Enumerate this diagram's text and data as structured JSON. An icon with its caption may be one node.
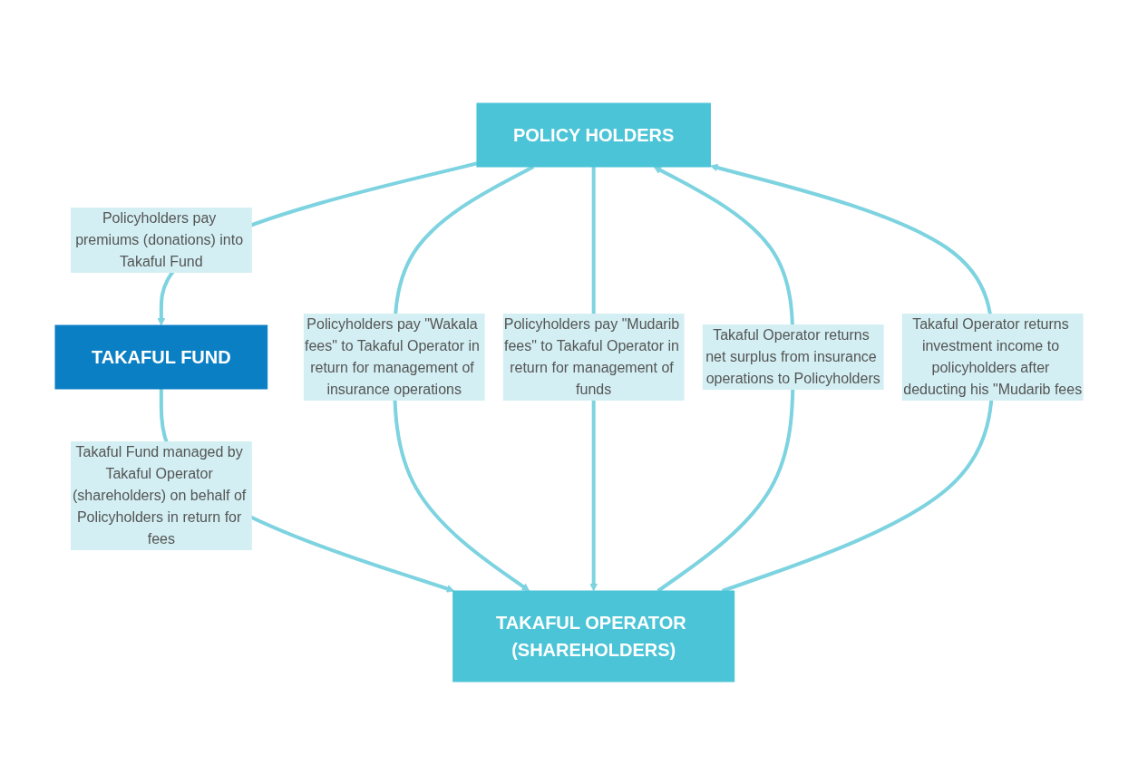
{
  "diagram": {
    "nodes": [
      {
        "text": [
          "POLICY HOLDERS"
        ]
      },
      {
        "text": [
          "TAKAFUL FUND"
        ]
      },
      {
        "text": [
          "TAKAFUL OPERATOR (SHAREHOLDERS)"
        ]
      }
    ],
    "edges": [
      {
        "from": 0,
        "to": 1,
        "arrow": "to",
        "label": "Policyholders pay premiums (donations) into Takaful Fund"
      },
      {
        "from": 1,
        "to": 2,
        "arrow": "to",
        "label": "Takaful Fund managed by Takaful Operator (shareholders) on behalf of Policyholders in return for fees"
      },
      {
        "from": 0,
        "to": 2,
        "arrow": "to",
        "label": "Policyholders pay \"Wakala fees\" to Takaful Operator in return for management of insurance operations"
      },
      {
        "from": 2,
        "to": 0,
        "arrow": "to",
        "label": "Takaful Operator returns net surplus from insurance operations to Policyholders"
      },
      {
        "from": 0,
        "to": 2,
        "arrow": "to",
        "label": "Policyholders pay \"Mudarib fees\" to Takaful Operator in return for management of funds"
      },
      {
        "from": 2,
        "to": 0,
        "arrow": "to",
        "label": "Takaful Operator returns investment income to policyholders after deducting his \"Mudarib fees"
      }
    ]
  }
}
